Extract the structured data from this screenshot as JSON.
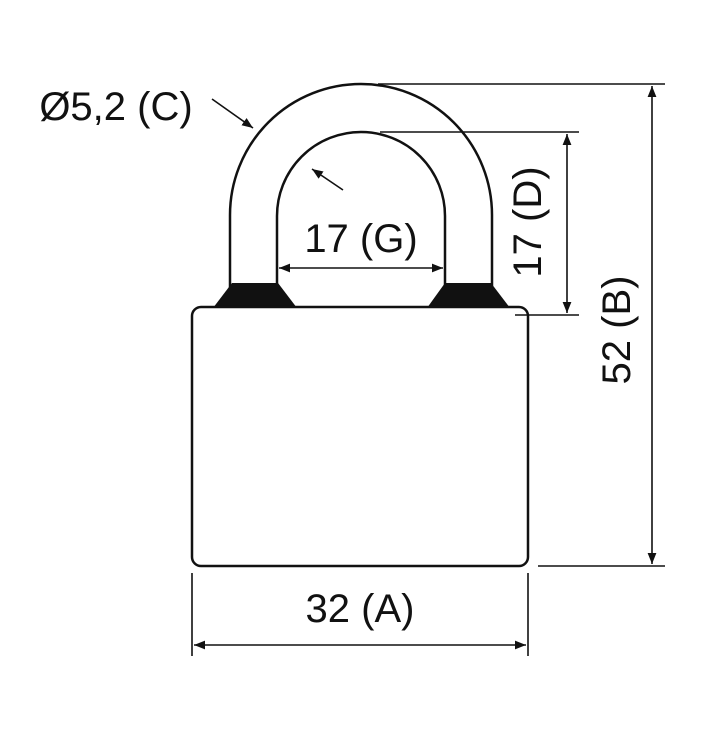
{
  "diagram": {
    "subject": "padlock",
    "dimensions": {
      "width_A": "32 (A)",
      "height_B": "52 (B)",
      "shackle_diameter_C": "Ø5,2 (C)",
      "shackle_clearance_D": "17 (D)",
      "shackle_width_G": "17 (G)"
    },
    "colors": {
      "line": "#111111",
      "collar": "#111111",
      "background": "#ffffff"
    }
  }
}
